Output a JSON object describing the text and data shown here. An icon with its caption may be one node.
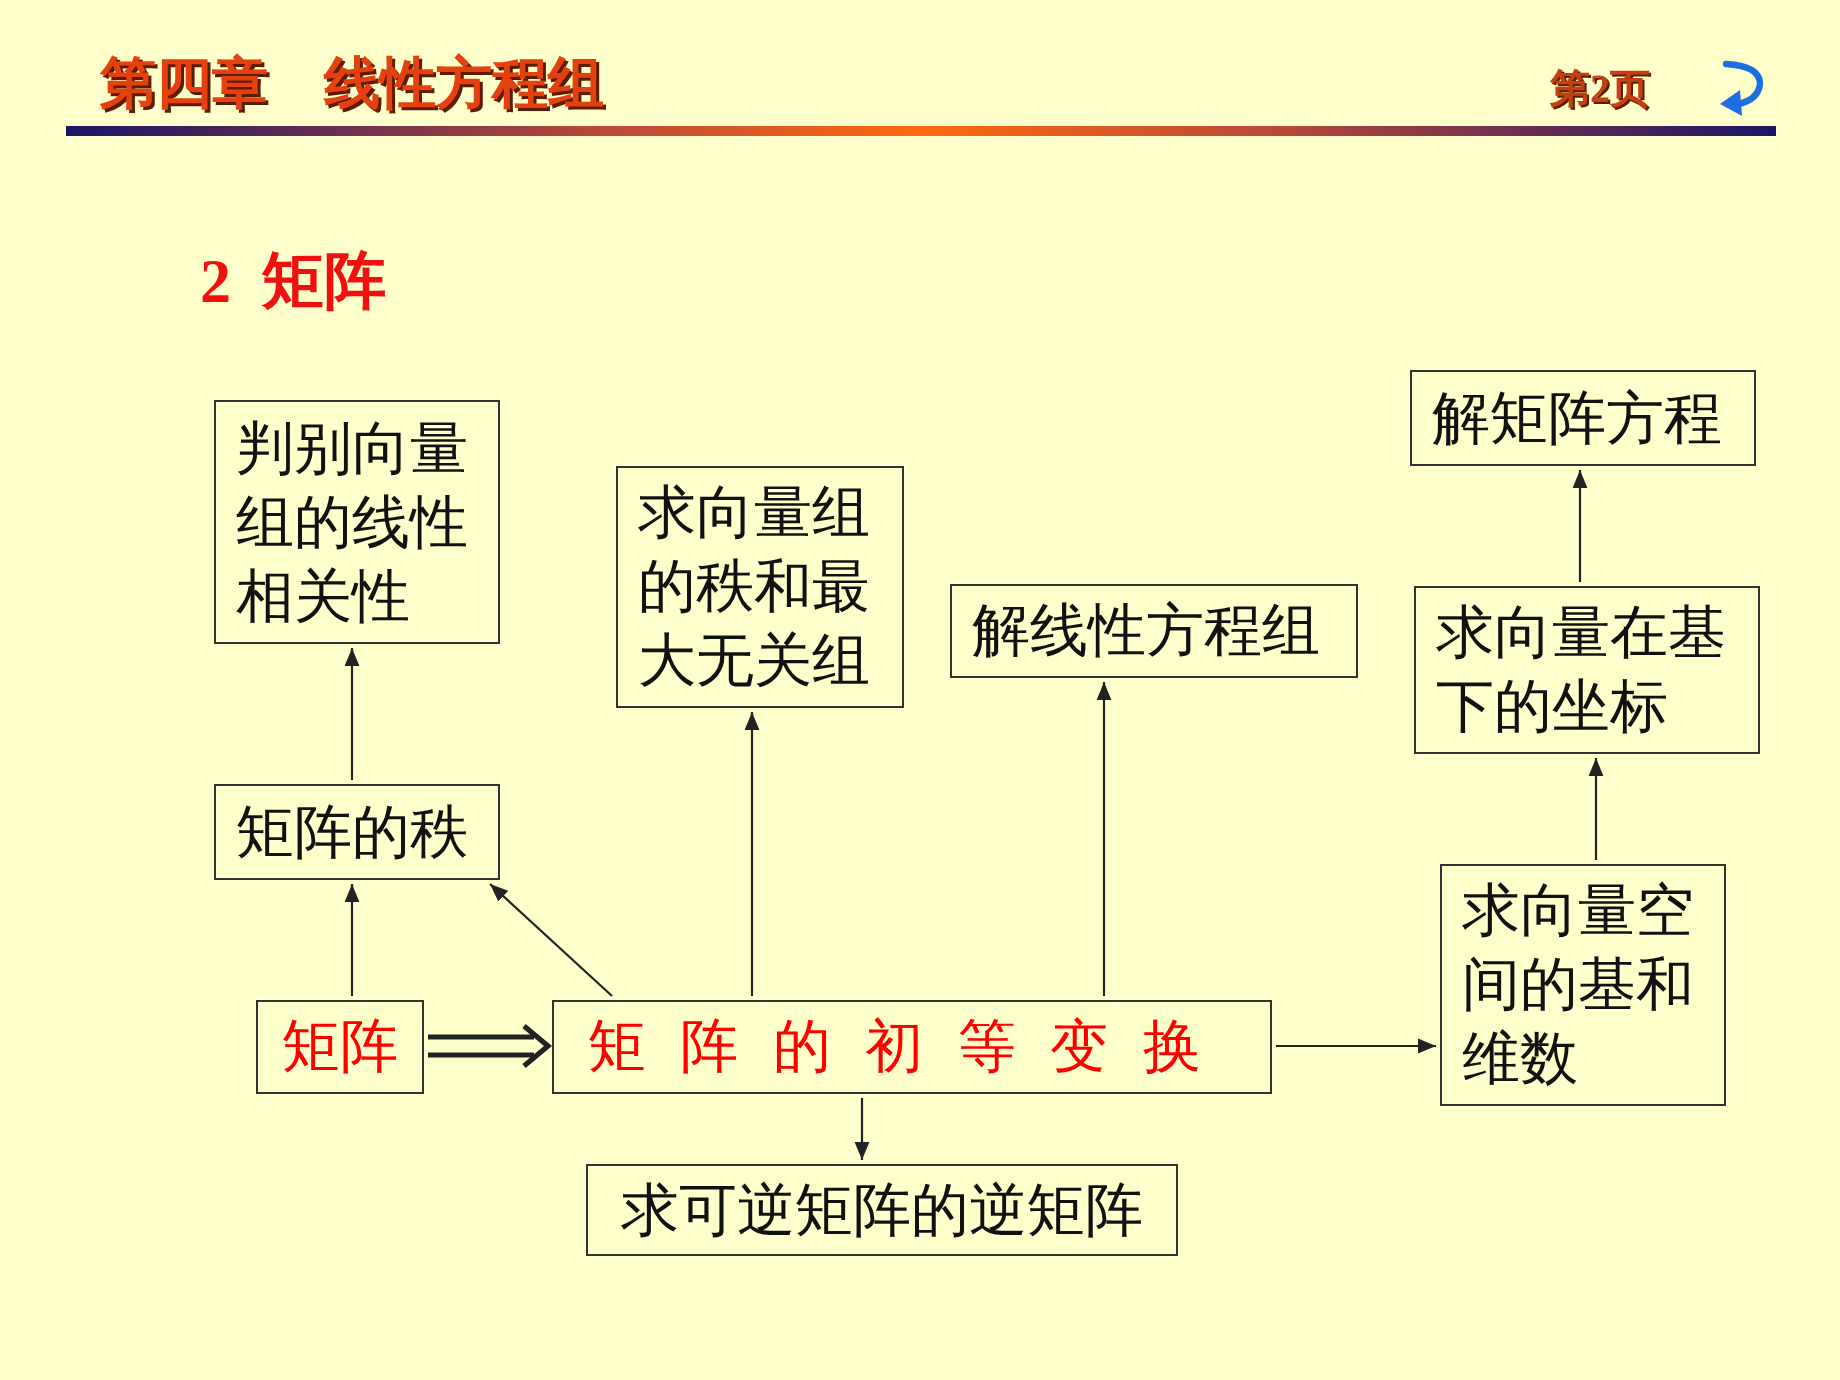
{
  "diagram": {
    "title": "第四章　线性方程组",
    "nodes": [
      {
        "text": [
          "判别向量组的线性相关性"
        ]
      },
      {
        "text": [
          "求向量组的秩和最大无关组"
        ]
      },
      {
        "text": [
          "解线性方程组"
        ]
      },
      {
        "text": [
          "解矩阵方程"
        ]
      },
      {
        "text": [
          "求向量在基下的坐标"
        ]
      },
      {
        "text": [
          "矩阵的秩"
        ]
      },
      {
        "text": [
          "求向量空间的基和维数"
        ]
      },
      {
        "text": [
          "矩阵"
        ]
      },
      {
        "text": [
          "矩 阵 的 初 等 变 换"
        ]
      },
      {
        "text": [
          "求可逆矩阵的逆矩阵"
        ]
      }
    ],
    "edges": [
      {
        "from": 5,
        "to": 0,
        "arrow": "to"
      },
      {
        "from": 7,
        "to": 5,
        "arrow": "to"
      },
      {
        "from": 7,
        "to": 8,
        "arrow": "to",
        "style": "thick"
      },
      {
        "from": 8,
        "to": 5,
        "arrow": "to"
      },
      {
        "from": 8,
        "to": 1,
        "arrow": "to"
      },
      {
        "from": 8,
        "to": 2,
        "arrow": "to"
      },
      {
        "from": 8,
        "to": 6,
        "arrow": "to"
      },
      {
        "from": 8,
        "to": 9,
        "arrow": "to"
      },
      {
        "from": 6,
        "to": 4,
        "arrow": "to"
      },
      {
        "from": 4,
        "to": 3,
        "arrow": "to"
      }
    ],
    "labels": [
      "第2页",
      "2  矩阵"
    ]
  }
}
